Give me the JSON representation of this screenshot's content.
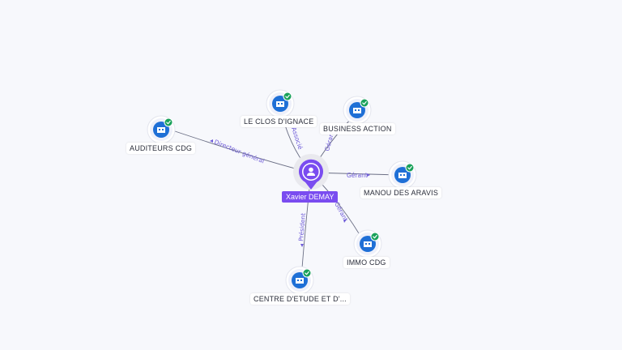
{
  "center": {
    "name": "Xavier DEMAY",
    "icon": "person-icon",
    "color": "#7a4cf0"
  },
  "companies": [
    {
      "id": "auditeurs",
      "name": "AUDITEURS CDG",
      "relation": "Directeur général",
      "icon": "building-icon",
      "verified": true
    },
    {
      "id": "clos",
      "name": "LE CLOS D'IGNACE",
      "relation": "Associé",
      "icon": "building-icon",
      "verified": true
    },
    {
      "id": "business",
      "name": "BUSINESS ACTION",
      "relation": "Gérant",
      "icon": "building-icon",
      "verified": true
    },
    {
      "id": "manou",
      "name": "MANOU DES ARAVIS",
      "relation": "Gérant",
      "icon": "building-icon",
      "verified": true
    },
    {
      "id": "immo",
      "name": "IMMO CDG",
      "relation": "Gérant",
      "icon": "building-icon",
      "verified": true
    },
    {
      "id": "centre",
      "name": "CENTRE D'ETUDE ET D'...",
      "relation": "Président",
      "icon": "building-icon",
      "verified": true
    }
  ],
  "colors": {
    "accent": "#7a4cf0",
    "company": "#1e6fd6",
    "verified": "#19a15a",
    "relation": "#6e5bd8"
  }
}
